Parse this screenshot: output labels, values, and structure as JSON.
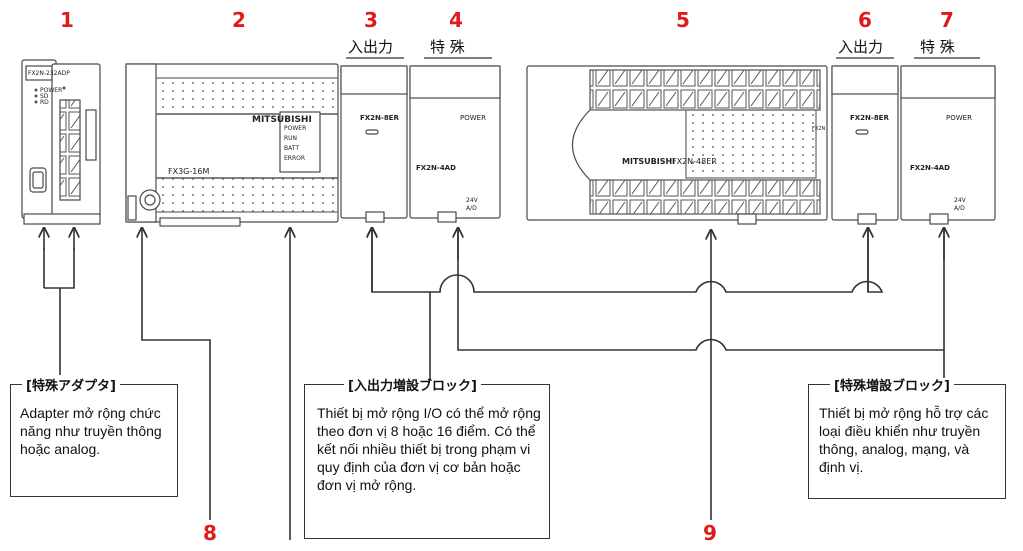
{
  "callouts": {
    "n1": "1",
    "n2": "2",
    "n3": "3",
    "n4": "4",
    "n5": "5",
    "n6": "6",
    "n7": "7",
    "n8": "8",
    "n9": "9"
  },
  "headers": {
    "io_3": "入出力",
    "special_4": "特 殊",
    "io_6": "入出力",
    "special_7": "特 殊"
  },
  "device_labels": {
    "adapter_model": "FX2N-232ADP",
    "adapter_led_power": "POWER",
    "adapter_led_sd": "SD",
    "adapter_led_rd": "RD",
    "base_model": "FX3G-16M",
    "base_brand": "MITSUBISHI",
    "base_led_power": "POWER",
    "base_led_run": "RUN",
    "base_led_batt": "BATT",
    "base_led_error": "ERROR",
    "io_ext_model": "FX2N-8ER",
    "special_model": "FX2N-4AD",
    "special_power": "POWER",
    "special_24v": "24V",
    "special_ad": "A/D",
    "big_model": "FX2N-48ER",
    "big_brand": "MITSUBISHI",
    "big_side": "FX2N"
  },
  "boxes": {
    "adapter": {
      "title": "[特殊アダプタ]",
      "text": "Adapter mở rộng chức năng như truyền thông hoặc analog."
    },
    "io_block": {
      "title": "[入出力増設ブロック]",
      "text": "Thiết bị mở rộng I/O có thể mở rộng theo đơn vị 8 hoặc 16 điểm. Có thể kết nối nhiều thiết bị trong phạm vi quy định của đơn vị cơ bản hoặc đơn vị mở rộng."
    },
    "special_block": {
      "title": "[特殊増設ブロック]",
      "text": "Thiết bị mở rộng hỗ trợ các loại điều khiển như truyền thông, analog, mạng, và định vị."
    }
  },
  "colors": {
    "callout": "#e01a1a",
    "line": "#333333",
    "device": "#4a4a4a"
  }
}
